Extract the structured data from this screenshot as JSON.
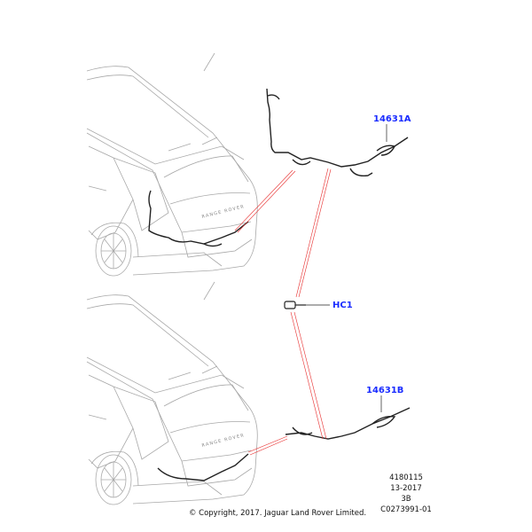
{
  "callouts": {
    "upper_harness": "14631A",
    "connector": "HC1",
    "lower_harness": "14631B"
  },
  "car_badge": "RANGE ROVER",
  "drawing_info": [
    "4180115",
    "13-2017",
    "3B",
    "C0273991-01"
  ],
  "copyright": "© Copyright, 2017. Jaguar Land Rover Limited.",
  "colors": {
    "callout": "#1a2cff",
    "leader": "#e83030",
    "outline": "#9a9a9a",
    "harness": "#222222"
  }
}
